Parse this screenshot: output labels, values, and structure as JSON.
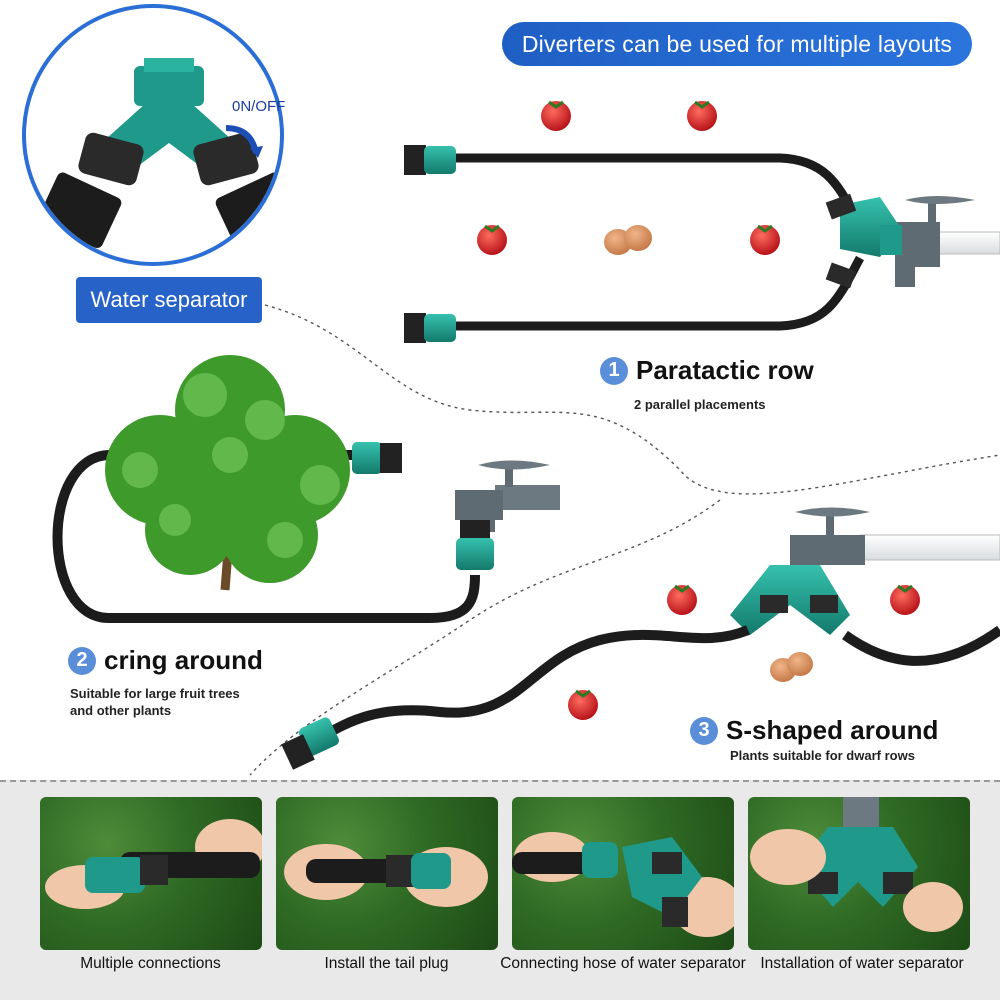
{
  "banner": {
    "text": "Diverters can be used for multiple layouts"
  },
  "intro": {
    "label": "Water separator",
    "switch_label": "0N/OFF"
  },
  "sections": [
    {
      "number": "1",
      "title": "Paratactic row",
      "subtitle": "2 parallel placements"
    },
    {
      "number": "2",
      "title": "cring around",
      "subtitle_line1": "Suitable for large fruit trees",
      "subtitle_line2": "and other plants"
    },
    {
      "number": "3",
      "title": "S-shaped around",
      "subtitle": "Plants suitable for dwarf rows"
    }
  ],
  "steps": [
    {
      "caption": "Multiple connections"
    },
    {
      "caption": "Install the tail plug"
    },
    {
      "caption": "Connecting hose of water separator"
    },
    {
      "caption": "Installation of water separator"
    }
  ],
  "colors": {
    "banner": "#2a6ad4",
    "teal": "#1f9a8a",
    "hose": "#1c1c1c",
    "badge": "#5b8ed8",
    "tomato": "#d8262a",
    "foliage": "#3f9a2c"
  }
}
